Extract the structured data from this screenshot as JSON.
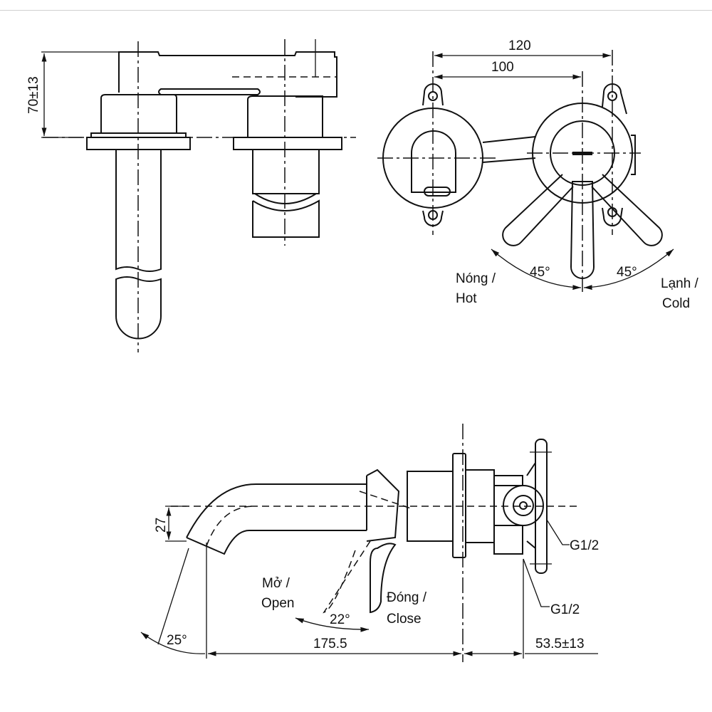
{
  "top_left_view": {
    "height_dim": "70±13"
  },
  "top_right_view": {
    "dim_outer": "120",
    "dim_inner": "100",
    "angle_left": "45°",
    "angle_right": "45°",
    "hot_label_line1": "Nóng /",
    "hot_label_line2": "Hot",
    "cold_label_line1": "Lạnh /",
    "cold_label_line2": "Cold"
  },
  "side_view": {
    "spout_height_dim": "27",
    "open_label_line1": "Mở /",
    "open_label_line2": "Open",
    "lever_angle": "22°",
    "close_label_line1": "Đóng /",
    "close_label_line2": "Close",
    "spout_angle": "25°",
    "projection_dim": "175.5",
    "wall_depth_dim": "53.5±13",
    "inlet_upper": "G1/2",
    "inlet_lower": "G1/2"
  }
}
